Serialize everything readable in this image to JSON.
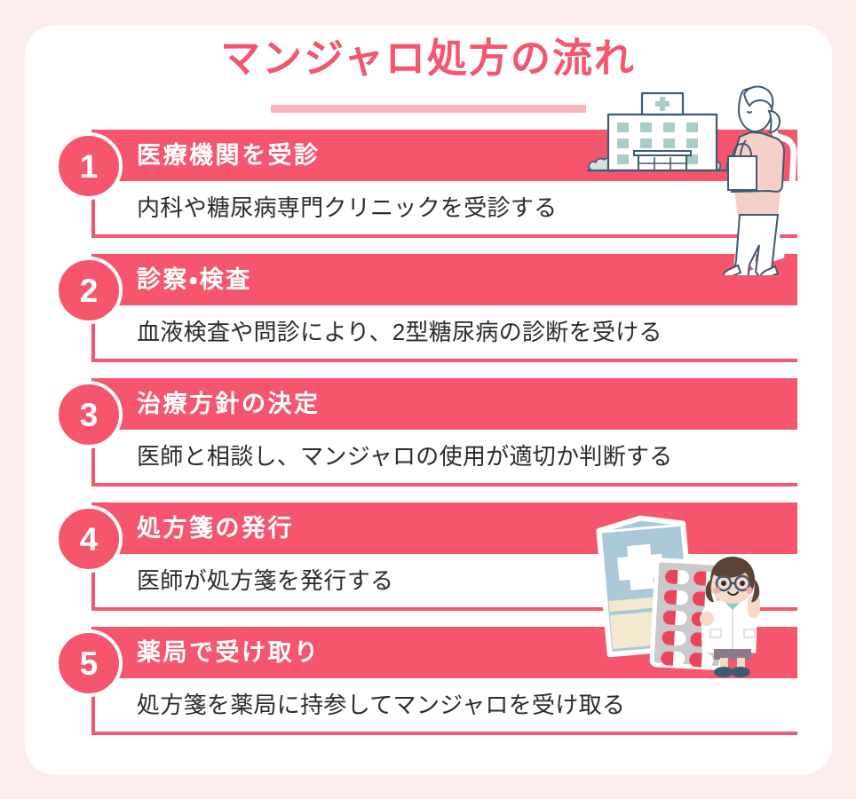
{
  "header": {
    "title": "マンジャロ処方の流れ",
    "accent_color": "#f5566e",
    "underline_color": "#f9b3bb"
  },
  "theme": {
    "page_background": "#fceceb",
    "card_background": "#ffffff",
    "pink": "#f5566e",
    "text_dark": "#2b2b2b",
    "mint": "#a9ccc6",
    "navy": "#3d5a73"
  },
  "steps": [
    {
      "number": "1",
      "title": "医療機関を受診",
      "description": "内科や糖尿病専門クリニックを受診する"
    },
    {
      "number": "2",
      "title": "診察・検査",
      "description": "血液検査や問診により、2型糖尿病の診断を受ける"
    },
    {
      "number": "3",
      "title": "治療方針の決定",
      "description": "医師と相談し、マンジャロの使用が適切か判断する"
    },
    {
      "number": "4",
      "title": "処方箋の発行",
      "description": "医師が処方箋を発行する"
    },
    {
      "number": "5",
      "title": "薬局で受け取り",
      "description": "処方箋を薬局に持参してマンジャロを受け取る"
    }
  ],
  "illustrations": [
    {
      "name": "hospital-building-illustration"
    },
    {
      "name": "walking-woman-illustration"
    },
    {
      "name": "pharmacy-medicine-illustration"
    }
  ]
}
